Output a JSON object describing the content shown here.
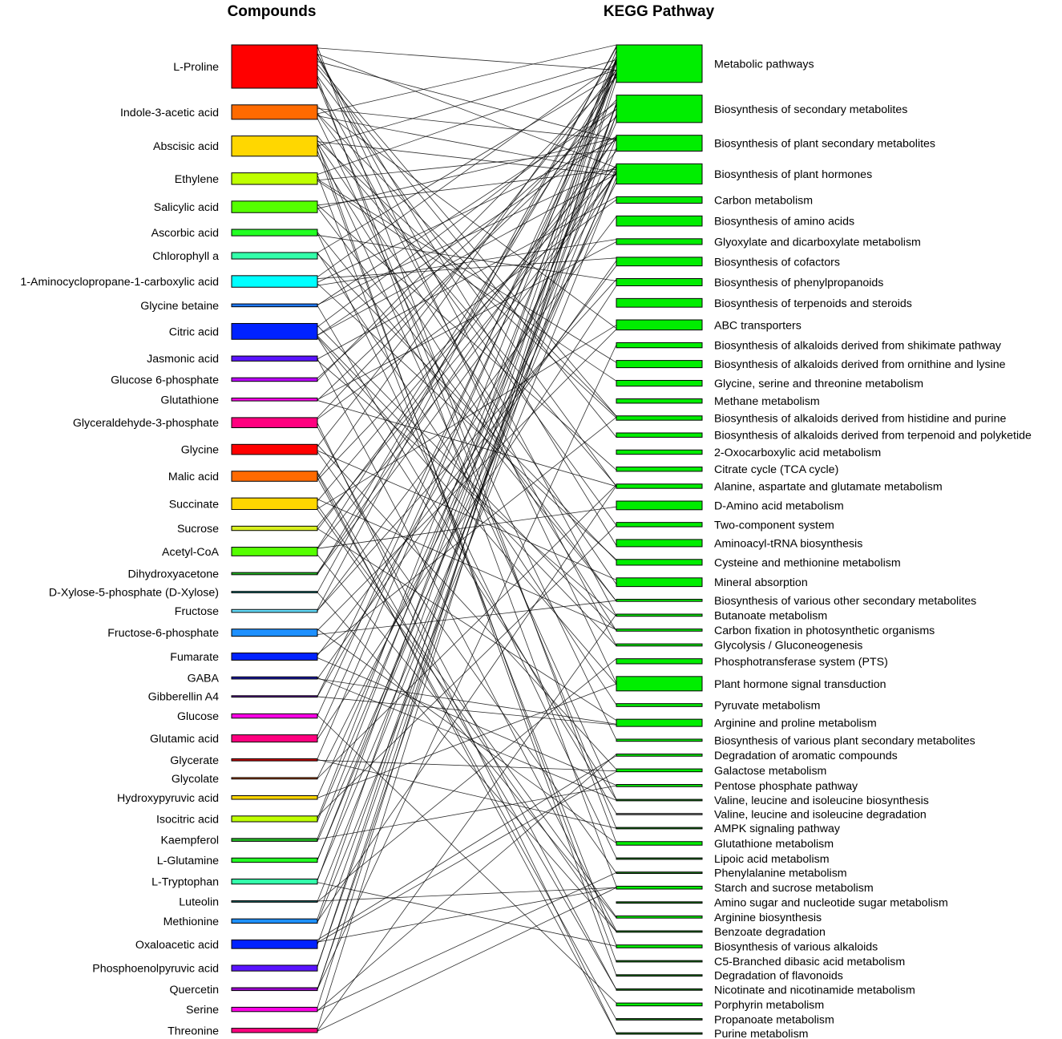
{
  "headers": {
    "left": "Compounds",
    "right": "KEGG Pathway"
  },
  "compounds": [
    {
      "label": "L-Proline",
      "color": "#ff0000",
      "weight": 60
    },
    {
      "label": "Indole-3-acetic acid",
      "color": "#ff6a00",
      "weight": 20
    },
    {
      "label": "Abscisic acid",
      "color": "#ffd700",
      "weight": 28
    },
    {
      "label": "Ethylene",
      "color": "#bfff00",
      "weight": 16
    },
    {
      "label": "Salicylic acid",
      "color": "#55ff00",
      "weight": 16
    },
    {
      "label": "Ascorbic acid",
      "color": "#22ff22",
      "weight": 9
    },
    {
      "label": "Chlorophyll a",
      "color": "#33ffaa",
      "weight": 9
    },
    {
      "label": "1-Aminocyclopropane-1-carboxylic acid",
      "color": "#00ffff",
      "weight": 16
    },
    {
      "label": "Glycine betaine",
      "color": "#1e78ff",
      "weight": 4
    },
    {
      "label": "Citric acid",
      "color": "#0022ff",
      "weight": 22
    },
    {
      "label": "Jasmonic acid",
      "color": "#5a14ff",
      "weight": 7
    },
    {
      "label": "Glucose 6-phosphate",
      "color": "#bb00ff",
      "weight": 5
    },
    {
      "label": "Glutathione",
      "color": "#ff00e6",
      "weight": 4
    },
    {
      "label": "Glyceraldehyde-3-phosphate",
      "color": "#ff007f",
      "weight": 14
    },
    {
      "label": "Glycine",
      "color": "#ff0000",
      "weight": 14
    },
    {
      "label": "Malic acid",
      "color": "#ff6a00",
      "weight": 14
    },
    {
      "label": "Succinate",
      "color": "#ffd700",
      "weight": 16
    },
    {
      "label": "Sucrose",
      "color": "#d8f020",
      "weight": 6
    },
    {
      "label": "Acetyl-CoA",
      "color": "#55ff00",
      "weight": 12
    },
    {
      "label": "Dihydroxyacetone",
      "color": "#22b822",
      "weight": 3
    },
    {
      "label": "D-Xylose-5-phosphate (D-Xylose)",
      "color": "#228b8b",
      "weight": 2
    },
    {
      "label": "Fructose",
      "color": "#66e0ff",
      "weight": 4
    },
    {
      "label": "Fructose-6-phosphate",
      "color": "#1e90ff",
      "weight": 10
    },
    {
      "label": "Fumarate",
      "color": "#0022ff",
      "weight": 10
    },
    {
      "label": "GABA",
      "color": "#1a1aaa",
      "weight": 3
    },
    {
      "label": "Gibberellin A4",
      "color": "#6a00aa",
      "weight": 2
    },
    {
      "label": "Glucose",
      "color": "#ff00e6",
      "weight": 6
    },
    {
      "label": "Glutamic acid",
      "color": "#ff007f",
      "weight": 10
    },
    {
      "label": "Glycerate",
      "color": "#cc0000",
      "weight": 3
    },
    {
      "label": "Glycolate",
      "color": "#cc5500",
      "weight": 2
    },
    {
      "label": "Hydroxypyruvic acid",
      "color": "#ffd700",
      "weight": 5
    },
    {
      "label": "Isocitric acid",
      "color": "#bfff00",
      "weight": 8
    },
    {
      "label": "Kaempferol",
      "color": "#22b822",
      "weight": 4
    },
    {
      "label": "L-Glutamine",
      "color": "#22ff22",
      "weight": 6
    },
    {
      "label": "L-Tryptophan",
      "color": "#33ffaa",
      "weight": 7
    },
    {
      "label": "Luteolin",
      "color": "#006666",
      "weight": 2
    },
    {
      "label": "Methionine",
      "color": "#1e90ff",
      "weight": 6
    },
    {
      "label": "Oxaloacetic acid",
      "color": "#0022ff",
      "weight": 12
    },
    {
      "label": "Phosphoenolpyruvic acid",
      "color": "#5a14ff",
      "weight": 8
    },
    {
      "label": "Quercetin",
      "color": "#9900cc",
      "weight": 4
    },
    {
      "label": "Serine",
      "color": "#ff00e6",
      "weight": 6
    },
    {
      "label": "Threonine",
      "color": "#ff007f",
      "weight": 6
    }
  ],
  "pathways": [
    {
      "label": "Metabolic pathways",
      "color": "#00ee00",
      "weight": 52
    },
    {
      "label": "Biosynthesis of secondary metabolites",
      "color": "#00ee00",
      "weight": 38
    },
    {
      "label": "Biosynthesis of plant secondary metabolites",
      "color": "#00ee00",
      "weight": 22
    },
    {
      "label": "Biosynthesis of plant hormones",
      "color": "#00ee00",
      "weight": 28
    },
    {
      "label": "Carbon metabolism",
      "color": "#00ee00",
      "weight": 9
    },
    {
      "label": "Biosynthesis of amino acids",
      "color": "#00ee00",
      "weight": 14
    },
    {
      "label": "Glyoxylate and dicarboxylate metabolism",
      "color": "#00ee00",
      "weight": 8
    },
    {
      "label": "Biosynthesis of cofactors",
      "color": "#00ee00",
      "weight": 12
    },
    {
      "label": "Biosynthesis of phenylpropanoids",
      "color": "#00ee00",
      "weight": 10
    },
    {
      "label": "Biosynthesis of terpenoids and steroids",
      "color": "#00ee00",
      "weight": 12
    },
    {
      "label": "ABC transporters",
      "color": "#00ee00",
      "weight": 14
    },
    {
      "label": "Biosynthesis of alkaloids derived from shikimate pathway",
      "color": "#00ee00",
      "weight": 7
    },
    {
      "label": "Biosynthesis of alkaloids derived from ornithine and lysine",
      "color": "#00ee00",
      "weight": 10
    },
    {
      "label": "Glycine, serine and threonine metabolism",
      "color": "#00ee00",
      "weight": 8
    },
    {
      "label": "Methane metabolism",
      "color": "#00ee00",
      "weight": 6
    },
    {
      "label": "Biosynthesis of alkaloids derived from histidine and purine",
      "color": "#00ee00",
      "weight": 6
    },
    {
      "label": "Biosynthesis of alkaloids derived from terpenoid and polyketide",
      "color": "#00ee00",
      "weight": 6
    },
    {
      "label": "2-Oxocarboxylic acid metabolism",
      "color": "#00ee00",
      "weight": 6
    },
    {
      "label": "Citrate cycle (TCA cycle)",
      "color": "#00ee00",
      "weight": 6
    },
    {
      "label": "Alanine, aspartate and glutamate metabolism",
      "color": "#00ee00",
      "weight": 6
    },
    {
      "label": "D-Amino acid metabolism",
      "color": "#00ee00",
      "weight": 12
    },
    {
      "label": "Two-component system",
      "color": "#00ee00",
      "weight": 6
    },
    {
      "label": "Aminoacyl-tRNA biosynthesis",
      "color": "#00ee00",
      "weight": 10
    },
    {
      "label": "Cysteine and methionine metabolism",
      "color": "#00ee00",
      "weight": 8
    },
    {
      "label": "Mineral absorption",
      "color": "#00ee00",
      "weight": 12
    },
    {
      "label": "Biosynthesis of various other secondary metabolites",
      "color": "#00ee00",
      "weight": 3
    },
    {
      "label": "Butanoate metabolism",
      "color": "#00ee00",
      "weight": 3
    },
    {
      "label": "Carbon fixation in photosynthetic organisms",
      "color": "#00ee00",
      "weight": 3
    },
    {
      "label": "Glycolysis / Gluconeogenesis",
      "color": "#00ee00",
      "weight": 3
    },
    {
      "label": "Phosphotransferase system (PTS)",
      "color": "#00ee00",
      "weight": 7
    },
    {
      "label": "Plant hormone signal transduction",
      "color": "#00ee00",
      "weight": 20
    },
    {
      "label": "Pyruvate metabolism",
      "color": "#00ee00",
      "weight": 4
    },
    {
      "label": "Arginine and proline metabolism",
      "color": "#00ee00",
      "weight": 10
    },
    {
      "label": "Biosynthesis of various plant secondary metabolites",
      "color": "#00ee00",
      "weight": 3
    },
    {
      "label": "Degradation of aromatic compounds",
      "color": "#00ee00",
      "weight": 3
    },
    {
      "label": "Galactose metabolism",
      "color": "#00ee00",
      "weight": 4
    },
    {
      "label": "Pentose phosphate pathway",
      "color": "#00ee00",
      "weight": 3
    },
    {
      "label": "Valine, leucine and isoleucine biosynthesis",
      "color": "#1a8a1a",
      "weight": 2
    },
    {
      "label": "Valine, leucine and isoleucine degradation",
      "color": "#aaaaaa",
      "weight": 1
    },
    {
      "label": "AMPK signaling pathway",
      "color": "#1a8a1a",
      "weight": 2
    },
    {
      "label": "Glutathione metabolism",
      "color": "#00ee00",
      "weight": 5
    },
    {
      "label": "Lipoic acid metabolism",
      "color": "#1a8a1a",
      "weight": 2
    },
    {
      "label": "Phenylalanine metabolism",
      "color": "#1a8a1a",
      "weight": 2
    },
    {
      "label": "Starch and sucrose metabolism",
      "color": "#00ee00",
      "weight": 4
    },
    {
      "label": "Amino sugar and nucleotide sugar metabolism",
      "color": "#1a8a1a",
      "weight": 2
    },
    {
      "label": "Arginine biosynthesis",
      "color": "#00ee00",
      "weight": 3
    },
    {
      "label": "Benzoate degradation",
      "color": "#1a8a1a",
      "weight": 2
    },
    {
      "label": "Biosynthesis of various alkaloids",
      "color": "#00ee00",
      "weight": 4
    },
    {
      "label": "C5-Branched dibasic acid metabolism",
      "color": "#1a8a1a",
      "weight": 2
    },
    {
      "label": "Degradation of flavonoids",
      "color": "#1a8a1a",
      "weight": 2
    },
    {
      "label": "Nicotinate and nicotinamide metabolism",
      "color": "#1a8a1a",
      "weight": 2
    },
    {
      "label": "Porphyrin metabolism",
      "color": "#00ee00",
      "weight": 4
    },
    {
      "label": "Propanoate metabolism",
      "color": "#1a8a1a",
      "weight": 2
    },
    {
      "label": "Purine metabolism",
      "color": "#1a8a1a",
      "weight": 2
    }
  ],
  "edge_seed": 7
}
